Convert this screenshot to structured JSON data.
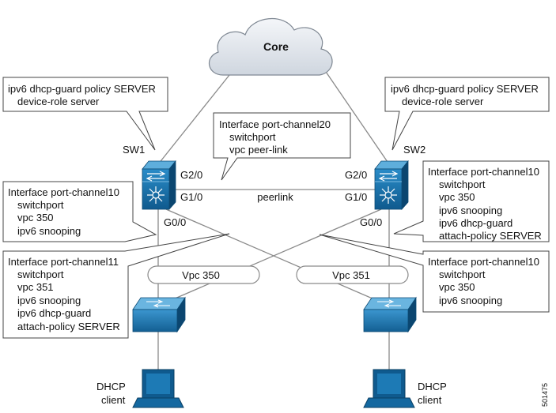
{
  "cloud": {
    "label": "Core"
  },
  "switches": {
    "sw1": {
      "name": "SW1",
      "port_top": "G2/0",
      "port_mid": "G1/0",
      "port_bottom": "G0/0"
    },
    "sw2": {
      "name": "SW2",
      "port_top": "G2/0",
      "port_mid": "G1/0",
      "port_bottom": "G0/0"
    }
  },
  "peerlink_label": "peerlink",
  "vpc": {
    "left": "Vpc 350",
    "right": "Vpc 351"
  },
  "clients": {
    "left": {
      "line1": "DHCP",
      "line2": "client"
    },
    "right": {
      "line1": "DHCP",
      "line2": "client"
    }
  },
  "callouts": {
    "sw1_policy": [
      "ipv6 dhcp-guard policy SERVER",
      "device-role server"
    ],
    "sw2_policy": [
      "ipv6 dhcp-guard policy SERVER",
      "device-role server"
    ],
    "peer": [
      "Interface port-channel20",
      "switchport",
      "vpc peer-link"
    ],
    "left_pc10": [
      "Interface port-channel10",
      "switchport",
      "vpc 350",
      "ipv6 snooping"
    ],
    "left_pc11": [
      "Interface port-channel11",
      "switchport",
      "vpc 351",
      "ipv6 snooping",
      "ipv6 dhcp-guard",
      "attach-policy SERVER"
    ],
    "right_pc10_top": [
      "Interface port-channel10",
      "switchport",
      "vpc 350",
      "ipv6 snooping",
      "ipv6 dhcp-guard",
      "attach-policy SERVER"
    ],
    "right_pc10_bottom": [
      "Interface port-channel10",
      "switchport",
      "vpc 350",
      "ipv6 snooping"
    ]
  },
  "figure_id": "501475"
}
